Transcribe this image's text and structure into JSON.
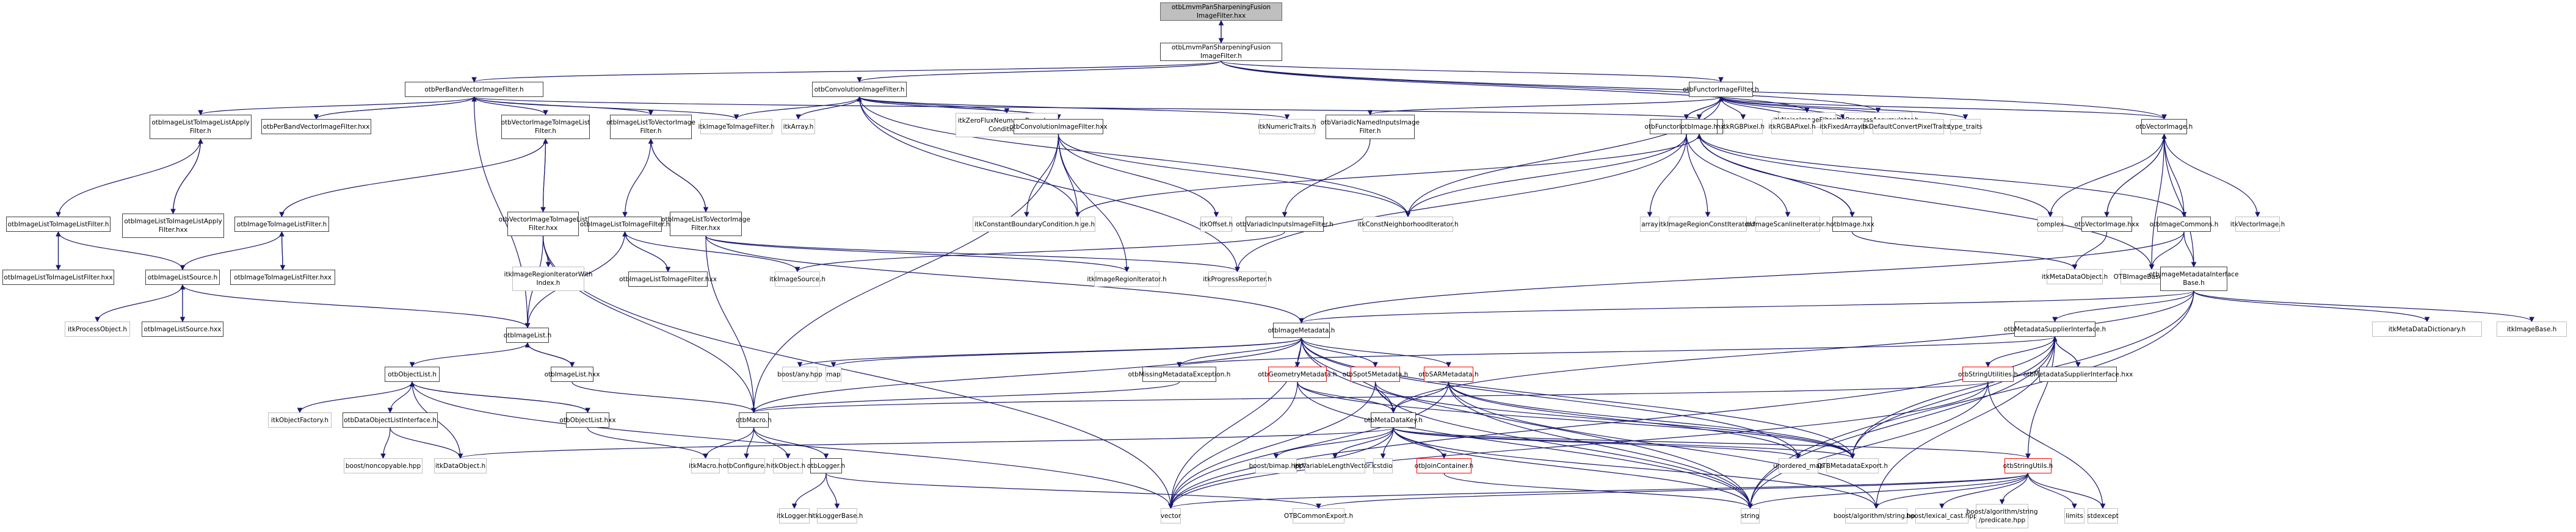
{
  "title": "otbLmvmPanSharpeningFusionImageFilter.hxx include dependency graph",
  "colors": {
    "edge": "#191970",
    "local_border": "#404040",
    "system_border": "#c0c0c0",
    "warning_border": "#ff0000",
    "root_fill": "#bfbfbf"
  },
  "nodes": [
    {
      "id": "root",
      "label": "otbLmvmPanSharpeningFusion\nImageFilter.hxx",
      "kind": "root"
    },
    {
      "id": "lmvm_h",
      "label": "otbLmvmPanSharpeningFusion\nImageFilter.h",
      "kind": "local"
    },
    {
      "id": "perband_h",
      "label": "otbPerBandVectorImageFilter.h",
      "kind": "local"
    },
    {
      "id": "conv_h",
      "label": "otbConvolutionImageFilter.h",
      "kind": "local"
    },
    {
      "id": "noise",
      "label": "itkNoiseImageFilter.h",
      "kind": "system"
    },
    {
      "id": "progacc",
      "label": "itkProgressAccumulator.h",
      "kind": "system"
    },
    {
      "id": "functor_h",
      "label": "otbFunctorImageFilter.h",
      "kind": "local"
    },
    {
      "id": "il2ilapply_h",
      "label": "otbImageListToImageListApply\nFilter.h",
      "kind": "local"
    },
    {
      "id": "perband_hxx",
      "label": "otbPerBandVectorImageFilter.hxx",
      "kind": "local"
    },
    {
      "id": "vi2il_h",
      "label": "otbVectorImageToImageList\nFilter.h",
      "kind": "local"
    },
    {
      "id": "il2vi_h",
      "label": "otbImageListToVectorImage\nFilter.h",
      "kind": "local"
    },
    {
      "id": "i2if",
      "label": "itkImageToImageFilter.h",
      "kind": "system"
    },
    {
      "id": "array_h",
      "label": "itkArray.h",
      "kind": "system"
    },
    {
      "id": "zeroflux",
      "label": "itkZeroFluxNeumannBoundary\nCondition.h",
      "kind": "system"
    },
    {
      "id": "conv_hxx",
      "label": "otbConvolutionImageFilter.hxx",
      "kind": "local"
    },
    {
      "id": "numtraits",
      "label": "itkNumericTraits.h",
      "kind": "system"
    },
    {
      "id": "varnamed",
      "label": "otbVariadicNamedInputsImage\nFilter.h",
      "kind": "local"
    },
    {
      "id": "functor_hxx",
      "label": "otbFunctorImageFilter.hxx",
      "kind": "local"
    },
    {
      "id": "otbimage_h",
      "label": "otbImage.h",
      "kind": "local"
    },
    {
      "id": "rgb",
      "label": "itkRGBPixel.h",
      "kind": "system"
    },
    {
      "id": "rgba",
      "label": "itkRGBAPixel.h",
      "kind": "system"
    },
    {
      "id": "fixedarr",
      "label": "itkFixedArray.h",
      "kind": "system"
    },
    {
      "id": "defconv",
      "label": "itkDefaultConvertPixelTraits.h",
      "kind": "system"
    },
    {
      "id": "typetraits",
      "label": "type_traits",
      "kind": "system"
    },
    {
      "id": "vecimg_h",
      "label": "otbVectorImage.h",
      "kind": "local"
    },
    {
      "id": "il2ilfilter_h",
      "label": "otbImageListToImageListFilter.h",
      "kind": "local"
    },
    {
      "id": "il2ilapply_hxx",
      "label": "otbImageListToImageListApply\nFilter.hxx",
      "kind": "local"
    },
    {
      "id": "i2il_h",
      "label": "otbImageToImageListFilter.h",
      "kind": "local"
    },
    {
      "id": "vi2il_hxx",
      "label": "otbVectorImageToImageList\nFilter.hxx",
      "kind": "local"
    },
    {
      "id": "il2i_h",
      "label": "otbImageListToImageFilter.h",
      "kind": "local"
    },
    {
      "id": "il2vi_hxx",
      "label": "otbImageListToVectorImage\nFilter.hxx",
      "kind": "local"
    },
    {
      "id": "itkimage",
      "label": "itkImage.h",
      "kind": "system"
    },
    {
      "id": "constbound",
      "label": "itkConstantBoundaryCondition.h",
      "kind": "system"
    },
    {
      "id": "offset",
      "label": "itkOffset.h",
      "kind": "system"
    },
    {
      "id": "varinputs",
      "label": "otbVariadicInputsImageFilter.h",
      "kind": "local"
    },
    {
      "id": "constnbh",
      "label": "itkConstNeighborhoodIterator.h",
      "kind": "system"
    },
    {
      "id": "arraystd",
      "label": "array",
      "kind": "system"
    },
    {
      "id": "regconstit",
      "label": "itkImageRegionConstIterator.h",
      "kind": "system"
    },
    {
      "id": "scanline",
      "label": "itkImageScanlineIterator.h",
      "kind": "system"
    },
    {
      "id": "otbimage_hxx",
      "label": "otbImage.hxx",
      "kind": "local"
    },
    {
      "id": "complex",
      "label": "complex",
      "kind": "system"
    },
    {
      "id": "vecimg_hxx",
      "label": "otbVectorImage.hxx",
      "kind": "local"
    },
    {
      "id": "imgcommons",
      "label": "otbImageCommons.h",
      "kind": "local"
    },
    {
      "id": "itkvecimg",
      "label": "itkVectorImage.h",
      "kind": "system"
    },
    {
      "id": "il2ilfilter_hxx",
      "label": "otbImageListToImageListFilter.hxx",
      "kind": "local"
    },
    {
      "id": "ilsource_h",
      "label": "otbImageListSource.h",
      "kind": "local"
    },
    {
      "id": "i2il_hxx",
      "label": "otbImageToImageListFilter.hxx",
      "kind": "local"
    },
    {
      "id": "regitwithidx",
      "label": "itkImageRegionIteratorWith\nIndex.h",
      "kind": "system"
    },
    {
      "id": "il2i_hxx",
      "label": "otbImageListToImageFilter.hxx",
      "kind": "local"
    },
    {
      "id": "imgsource",
      "label": "itkImageSource.h",
      "kind": "system"
    },
    {
      "id": "regit",
      "label": "itkImageRegionIterator.h",
      "kind": "system"
    },
    {
      "id": "progrep",
      "label": "itkProgressReporter.h",
      "kind": "system"
    },
    {
      "id": "metaobj",
      "label": "itkMetaDataObject.h",
      "kind": "system"
    },
    {
      "id": "imgbaseexport",
      "label": "OTBImageBaseExport.h",
      "kind": "system"
    },
    {
      "id": "imdbase",
      "label": "otbImageMetadataInterface\nBase.h",
      "kind": "local"
    },
    {
      "id": "procobj",
      "label": "itkProcessObject.h",
      "kind": "system"
    },
    {
      "id": "ilsource_hxx",
      "label": "otbImageListSource.hxx",
      "kind": "local"
    },
    {
      "id": "imagelist_h",
      "label": "otbImageList.h",
      "kind": "local"
    },
    {
      "id": "imgmeta",
      "label": "otbImageMetadata.h",
      "kind": "local"
    },
    {
      "id": "mdsupplier_h",
      "label": "otbMetadataSupplierInterface.h",
      "kind": "local"
    },
    {
      "id": "metadict",
      "label": "itkMetaDataDictionary.h",
      "kind": "system"
    },
    {
      "id": "imgbase",
      "label": "itkImageBase.h",
      "kind": "system"
    },
    {
      "id": "objlist_h",
      "label": "otbObjectList.h",
      "kind": "local"
    },
    {
      "id": "imagelist_hxx",
      "label": "otbImageList.hxx",
      "kind": "local"
    },
    {
      "id": "boostany",
      "label": "boost/any.hpp",
      "kind": "system"
    },
    {
      "id": "map",
      "label": "map",
      "kind": "system"
    },
    {
      "id": "missingmeta",
      "label": "otbMissingMetadataException.h",
      "kind": "local"
    },
    {
      "id": "geommeta",
      "label": "otbGeometryMetadata.h",
      "kind": "warn"
    },
    {
      "id": "spot5",
      "label": "otbSpot5Metadata.h",
      "kind": "warn"
    },
    {
      "id": "sarmeta",
      "label": "otbSARMetadata.h",
      "kind": "warn"
    },
    {
      "id": "strutil",
      "label": "otbStringUtilities.h",
      "kind": "warn"
    },
    {
      "id": "mdsupplier_hxx",
      "label": "otbMetadataSupplierInterface.hxx",
      "kind": "local"
    },
    {
      "id": "objfactory",
      "label": "itkObjectFactory.h",
      "kind": "system"
    },
    {
      "id": "dolistif",
      "label": "otbDataObjectListInterface.h",
      "kind": "local"
    },
    {
      "id": "objlist_hxx",
      "label": "otbObjectList.hxx",
      "kind": "local"
    },
    {
      "id": "macro",
      "label": "otbMacro.h",
      "kind": "local"
    },
    {
      "id": "mdkey",
      "label": "otbMetaDataKey.h",
      "kind": "local"
    },
    {
      "id": "noncopy",
      "label": "boost/noncopyable.hpp",
      "kind": "system"
    },
    {
      "id": "dataobj",
      "label": "itkDataObject.h",
      "kind": "system"
    },
    {
      "id": "itkmacro",
      "label": "itkMacro.h",
      "kind": "system"
    },
    {
      "id": "configure",
      "label": "otbConfigure.h",
      "kind": "system"
    },
    {
      "id": "itkobject",
      "label": "itkObject.h",
      "kind": "system"
    },
    {
      "id": "logger",
      "label": "otbLogger.h",
      "kind": "local"
    },
    {
      "id": "bimap",
      "label": "boost/bimap.hpp",
      "kind": "system"
    },
    {
      "id": "varlen",
      "label": "itkVariableLengthVector.h",
      "kind": "system"
    },
    {
      "id": "cstdio",
      "label": "cstdio",
      "kind": "system"
    },
    {
      "id": "joincont",
      "label": "otbJoinContainer.h",
      "kind": "warn"
    },
    {
      "id": "unordmap",
      "label": "unordered_map",
      "kind": "system"
    },
    {
      "id": "mdexport",
      "label": "OTBMetadataExport.h",
      "kind": "system"
    },
    {
      "id": "strutils2",
      "label": "otbStringUtils.h",
      "kind": "warn"
    },
    {
      "id": "itklogger",
      "label": "itkLogger.h",
      "kind": "system"
    },
    {
      "id": "loggerbase",
      "label": "itkLoggerBase.h",
      "kind": "system"
    },
    {
      "id": "vector",
      "label": "vector",
      "kind": "system"
    },
    {
      "id": "commonexport",
      "label": "OTBCommonExport.h",
      "kind": "system"
    },
    {
      "id": "string",
      "label": "string",
      "kind": "system"
    },
    {
      "id": "boostalgstr",
      "label": "boost/algorithm/string.hpp",
      "kind": "system"
    },
    {
      "id": "lexcast",
      "label": "boost/lexical_cast.hpp",
      "kind": "system"
    },
    {
      "id": "predicate",
      "label": "boost/algorithm/string\n/predicate.hpp",
      "kind": "system"
    },
    {
      "id": "limits",
      "label": "limits",
      "kind": "system"
    },
    {
      "id": "stdexcept",
      "label": "stdexcept",
      "kind": "system"
    }
  ],
  "edges": [
    [
      "root",
      "lmvm_h"
    ],
    [
      "lmvm_h",
      "root"
    ],
    [
      "lmvm_h",
      "perband_h"
    ],
    [
      "lmvm_h",
      "conv_h"
    ],
    [
      "lmvm_h",
      "noise"
    ],
    [
      "lmvm_h",
      "progacc"
    ],
    [
      "lmvm_h",
      "functor_h"
    ],
    [
      "lmvm_h",
      "vecimg_h"
    ],
    [
      "perband_h",
      "il2ilapply_h"
    ],
    [
      "perband_h",
      "perband_hxx"
    ],
    [
      "perband_hxx",
      "perband_h"
    ],
    [
      "perband_h",
      "vi2il_h"
    ],
    [
      "perband_h",
      "il2vi_h"
    ],
    [
      "perband_h",
      "i2if"
    ],
    [
      "perband_h",
      "otbimage_h"
    ],
    [
      "perband_h",
      "imagelist_h"
    ],
    [
      "conv_h",
      "i2if"
    ],
    [
      "conv_h",
      "array_h"
    ],
    [
      "conv_h",
      "zeroflux"
    ],
    [
      "conv_h",
      "conv_hxx"
    ],
    [
      "conv_hxx",
      "conv_h"
    ],
    [
      "conv_h",
      "numtraits"
    ],
    [
      "conv_h",
      "itkimage"
    ],
    [
      "conv_h",
      "constnbh"
    ],
    [
      "conv_h",
      "progrep"
    ],
    [
      "conv_hxx",
      "itkimage"
    ],
    [
      "conv_hxx",
      "constbound"
    ],
    [
      "conv_hxx",
      "offset"
    ],
    [
      "conv_hxx",
      "regit"
    ],
    [
      "conv_hxx",
      "constnbh"
    ],
    [
      "conv_hxx",
      "macro"
    ],
    [
      "functor_h",
      "varnamed"
    ],
    [
      "functor_h",
      "functor_hxx"
    ],
    [
      "functor_hxx",
      "functor_h"
    ],
    [
      "functor_h",
      "otbimage_h"
    ],
    [
      "functor_h",
      "rgb"
    ],
    [
      "functor_h",
      "rgba"
    ],
    [
      "functor_h",
      "fixedarr"
    ],
    [
      "functor_h",
      "defconv"
    ],
    [
      "functor_h",
      "typetraits"
    ],
    [
      "functor_h",
      "vecimg_h"
    ],
    [
      "functor_h",
      "constnbh"
    ],
    [
      "varnamed",
      "varinputs"
    ],
    [
      "varinputs",
      "imgsource"
    ],
    [
      "functor_hxx",
      "constnbh"
    ],
    [
      "functor_hxx",
      "arraystd"
    ],
    [
      "functor_hxx",
      "regconstit"
    ],
    [
      "functor_hxx",
      "scanline"
    ],
    [
      "functor_hxx",
      "progrep"
    ],
    [
      "otbimage_h",
      "otbimage_hxx"
    ],
    [
      "otbimage_hxx",
      "otbimage_h"
    ],
    [
      "otbimage_h",
      "complex"
    ],
    [
      "otbimage_h",
      "imgcommons"
    ],
    [
      "otbimage_h",
      "itkimage"
    ],
    [
      "otbimage_h",
      "imgbaseexport"
    ],
    [
      "otbimage_hxx",
      "metaobj"
    ],
    [
      "vecimg_h",
      "complex"
    ],
    [
      "vecimg_h",
      "vecimg_hxx"
    ],
    [
      "vecimg_hxx",
      "vecimg_h"
    ],
    [
      "vecimg_h",
      "imgcommons"
    ],
    [
      "vecimg_h",
      "itkvecimg"
    ],
    [
      "vecimg_h",
      "imgbaseexport"
    ],
    [
      "vecimg_h",
      "imdbase"
    ],
    [
      "vecimg_hxx",
      "metaobj"
    ],
    [
      "imgcommons",
      "imdbase"
    ],
    [
      "imgcommons",
      "imgbaseexport"
    ],
    [
      "imgcommons",
      "imgmeta"
    ],
    [
      "imdbase",
      "imgmeta"
    ],
    [
      "imdbase",
      "mdsupplier_h"
    ],
    [
      "imdbase",
      "metadict"
    ],
    [
      "imdbase",
      "imgbase"
    ],
    [
      "imdbase",
      "mdkey"
    ],
    [
      "imdbase",
      "mdexport"
    ],
    [
      "imdbase",
      "string"
    ],
    [
      "il2ilapply_h",
      "il2ilfilter_h"
    ],
    [
      "il2ilapply_h",
      "il2ilapply_hxx"
    ],
    [
      "il2ilapply_hxx",
      "il2ilapply_h"
    ],
    [
      "il2ilfilter_h",
      "il2ilfilter_hxx"
    ],
    [
      "il2ilfilter_hxx",
      "il2ilfilter_h"
    ],
    [
      "il2ilfilter_h",
      "ilsource_h"
    ],
    [
      "vi2il_h",
      "i2il_h"
    ],
    [
      "vi2il_h",
      "vi2il_hxx"
    ],
    [
      "vi2il_hxx",
      "vi2il_h"
    ],
    [
      "i2il_h",
      "ilsource_h"
    ],
    [
      "i2il_h",
      "i2il_hxx"
    ],
    [
      "i2il_hxx",
      "i2il_h"
    ],
    [
      "ilsource_h",
      "procobj"
    ],
    [
      "ilsource_h",
      "ilsource_hxx"
    ],
    [
      "ilsource_hxx",
      "ilsource_h"
    ],
    [
      "ilsource_h",
      "imagelist_h"
    ],
    [
      "il2vi_h",
      "il2i_h"
    ],
    [
      "il2vi_h",
      "il2vi_hxx"
    ],
    [
      "il2vi_hxx",
      "il2vi_h"
    ],
    [
      "il2i_h",
      "il2i_hxx"
    ],
    [
      "il2i_hxx",
      "il2i_h"
    ],
    [
      "il2i_h",
      "imagelist_h"
    ],
    [
      "il2i_h",
      "imgsource"
    ],
    [
      "vi2il_hxx",
      "regitwithidx"
    ],
    [
      "vi2il_hxx",
      "imagelist_h"
    ],
    [
      "vi2il_hxx",
      "macro"
    ],
    [
      "vi2il_hxx",
      "vector"
    ],
    [
      "il2vi_hxx",
      "regit"
    ],
    [
      "il2vi_hxx",
      "progrep"
    ],
    [
      "il2vi_hxx",
      "macro"
    ],
    [
      "il2vi_hxx",
      "imgmeta"
    ],
    [
      "imagelist_h",
      "objlist_h"
    ],
    [
      "imagelist_h",
      "imagelist_hxx"
    ],
    [
      "imagelist_hxx",
      "imagelist_h"
    ],
    [
      "imagelist_hxx",
      "macro"
    ],
    [
      "objlist_h",
      "objfactory"
    ],
    [
      "objlist_h",
      "dolistif"
    ],
    [
      "objlist_h",
      "dataobj"
    ],
    [
      "objlist_h",
      "objlist_hxx"
    ],
    [
      "objlist_hxx",
      "objlist_h"
    ],
    [
      "objlist_h",
      "vector"
    ],
    [
      "objlist_hxx",
      "itkmacro"
    ],
    [
      "dolistif",
      "noncopy"
    ],
    [
      "dolistif",
      "dataobj"
    ],
    [
      "imgmeta",
      "boostany"
    ],
    [
      "imgmeta",
      "map"
    ],
    [
      "imgmeta",
      "missingmeta"
    ],
    [
      "imgmeta",
      "geommeta"
    ],
    [
      "imgmeta",
      "spot5"
    ],
    [
      "imgmeta",
      "sarmeta"
    ],
    [
      "imgmeta",
      "mdkey"
    ],
    [
      "imgmeta",
      "macro"
    ],
    [
      "imgmeta",
      "vector"
    ],
    [
      "imgmeta",
      "string"
    ],
    [
      "imgmeta",
      "mdexport"
    ],
    [
      "imgmeta",
      "unordmap"
    ],
    [
      "missingmeta",
      "macro"
    ],
    [
      "geommeta",
      "mdkey"
    ],
    [
      "geommeta",
      "vector"
    ],
    [
      "geommeta",
      "string"
    ],
    [
      "geommeta",
      "mdexport"
    ],
    [
      "spot5",
      "mdkey"
    ],
    [
      "spot5",
      "vector"
    ],
    [
      "spot5",
      "string"
    ],
    [
      "spot5",
      "mdexport"
    ],
    [
      "sarmeta",
      "mdkey"
    ],
    [
      "sarmeta",
      "vector"
    ],
    [
      "sarmeta",
      "string"
    ],
    [
      "sarmeta",
      "unordmap"
    ],
    [
      "sarmeta",
      "mdexport"
    ],
    [
      "sarmeta",
      "boostalgstr"
    ],
    [
      "mdsupplier_h",
      "mdsupplier_hxx"
    ],
    [
      "mdsupplier_hxx",
      "mdsupplier_h"
    ],
    [
      "mdsupplier_h",
      "strutil"
    ],
    [
      "mdsupplier_h",
      "missingmeta"
    ],
    [
      "mdsupplier_h",
      "mdexport"
    ],
    [
      "mdsupplier_h",
      "string"
    ],
    [
      "mdsupplier_h",
      "vector"
    ],
    [
      "mdsupplier_h",
      "strutils2"
    ],
    [
      "mdsupplier_h",
      "boostalgstr"
    ],
    [
      "strutil",
      "macro"
    ],
    [
      "strutil",
      "string"
    ],
    [
      "strutil",
      "vector"
    ],
    [
      "strutil",
      "stdexcept"
    ],
    [
      "macro",
      "itkmacro"
    ],
    [
      "macro",
      "configure"
    ],
    [
      "macro",
      "itkobject"
    ],
    [
      "macro",
      "logger"
    ],
    [
      "logger",
      "itklogger"
    ],
    [
      "logger",
      "loggerbase"
    ],
    [
      "logger",
      "commonexport"
    ],
    [
      "mdkey",
      "bimap"
    ],
    [
      "mdkey",
      "varlen"
    ],
    [
      "mdkey",
      "cstdio"
    ],
    [
      "mdkey",
      "joincont"
    ],
    [
      "mdkey",
      "unordmap"
    ],
    [
      "mdkey",
      "mdexport"
    ],
    [
      "mdkey",
      "strutils2"
    ],
    [
      "mdkey",
      "string"
    ],
    [
      "mdkey",
      "vector"
    ],
    [
      "mdkey",
      "dataobj"
    ],
    [
      "mdkey",
      "boostalgstr"
    ],
    [
      "joincont",
      "string"
    ],
    [
      "strutils2",
      "string"
    ],
    [
      "strutils2",
      "vector"
    ],
    [
      "strutils2",
      "boostalgstr"
    ],
    [
      "strutils2",
      "lexcast"
    ],
    [
      "strutils2",
      "predicate"
    ],
    [
      "strutils2",
      "limits"
    ],
    [
      "strutils2",
      "stdexcept"
    ],
    [
      "strutils2",
      "commonexport"
    ]
  ]
}
